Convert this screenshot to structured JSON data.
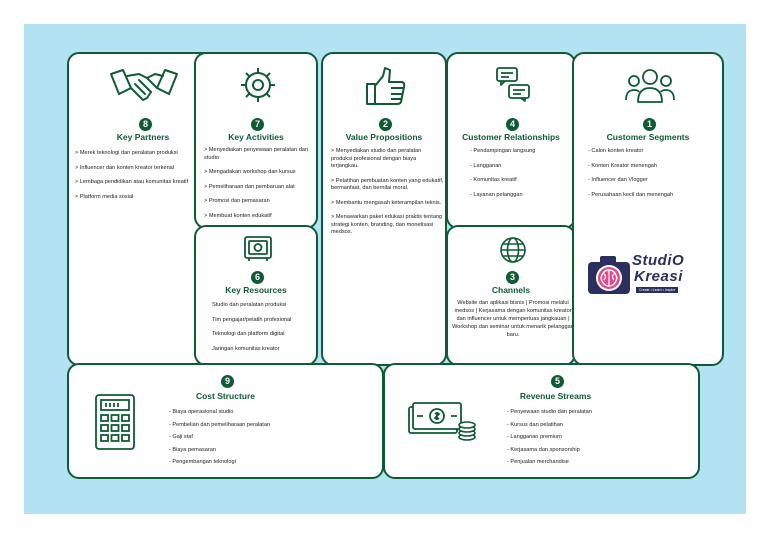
{
  "colors": {
    "accent": "#0f5b33",
    "background": "#b3e2f3",
    "card": "#ffffff"
  },
  "key_partners": {
    "number": "8",
    "title": "Key Partners",
    "icon": "handshake-icon",
    "items": [
      "> Merek teknologi dan peralatan produksi",
      "> Influencer dan konten kreator terkenal",
      "> Lembaga pendidikan atau komunitas kreatif",
      "> Platform media sosial"
    ]
  },
  "key_activities": {
    "number": "7",
    "title": "Key Activities",
    "icon": "gear-icon",
    "items": [
      "> Menyediakan penyewaan peralatan dan studio",
      "> Mengadakan workshop dan kursus",
      "> Pemeliharaan dan pembaruan alat",
      "> Promosi dan pemasaran",
      "> Membuat konten edukatif"
    ]
  },
  "key_resources": {
    "number": "6",
    "title": "Key Resources",
    "icon": "safe-icon",
    "items": [
      "Studio dan peralatan produksi",
      "Tim pengajar/pelatih profesional",
      "Teknologi dan platform digital",
      "Jaringan komunitas kreator"
    ]
  },
  "value_propositions": {
    "number": "2",
    "title": "Value Propositions",
    "icon": "thumbs-up-icon",
    "items": [
      "> Menyediakan studio dan peralatan produksi profesional dengan biaya terjangkau.",
      "> Pelatihan pembuatan konten yang edukatif, bermanfaat, dan bernilai moral.",
      "> Membantu mengasah keterampilan teknis.",
      "> Menawarkan paket edukasi praktis tentang strategi konten, branding, dan monetisasi medsos."
    ]
  },
  "customer_relationships": {
    "number": "4",
    "title": "Customer Relationships",
    "icon": "chat-icon",
    "items": [
      "- Pendampingan langsung",
      "- Langganan",
      "- Komunitas kreatif",
      "- Layanan pelanggan"
    ]
  },
  "channels": {
    "number": "3",
    "title": "Channels",
    "icon": "globe-icon",
    "text": "Website dan aplikasi bisnis | Promosi melalui medsos | Kerjasama dengan komunitas kreator dan influencer untuk memperluas jangkauan | Workshop dan seminar untuk menarik pelanggan baru."
  },
  "customer_segments": {
    "number": "1",
    "title": "Customer Segments",
    "icon": "users-icon",
    "items": [
      "- Calon konten kreator",
      "- Konten Kreator menengah",
      "- Influencer dan Vlogger",
      "- Perusahaan kecil dan menengah"
    ]
  },
  "logo": {
    "line1": "StudiO",
    "line2": "Kreasi",
    "tagline": "Create • Learn • Inspire",
    "icon": "camera-brain-logo"
  },
  "cost_structure": {
    "number": "9",
    "title": "Cost Structure",
    "icon": "calculator-icon",
    "items": [
      "- Biaya operasional studio",
      "- Pembelian dan pemeliharaan peralatan",
      "- Gaji staf",
      "- Biaya pemasaran",
      "- Pengembangan teknologi"
    ]
  },
  "revenue_streams": {
    "number": "5",
    "title": "Revenue Streams",
    "icon": "money-icon",
    "items": [
      "- Penyewaan studio dan peralatan",
      "- Kursus dan pelatihan",
      "- Langganan premium",
      "- Kerjasama dan sponsorship",
      "- Penjualan merchandise"
    ]
  }
}
